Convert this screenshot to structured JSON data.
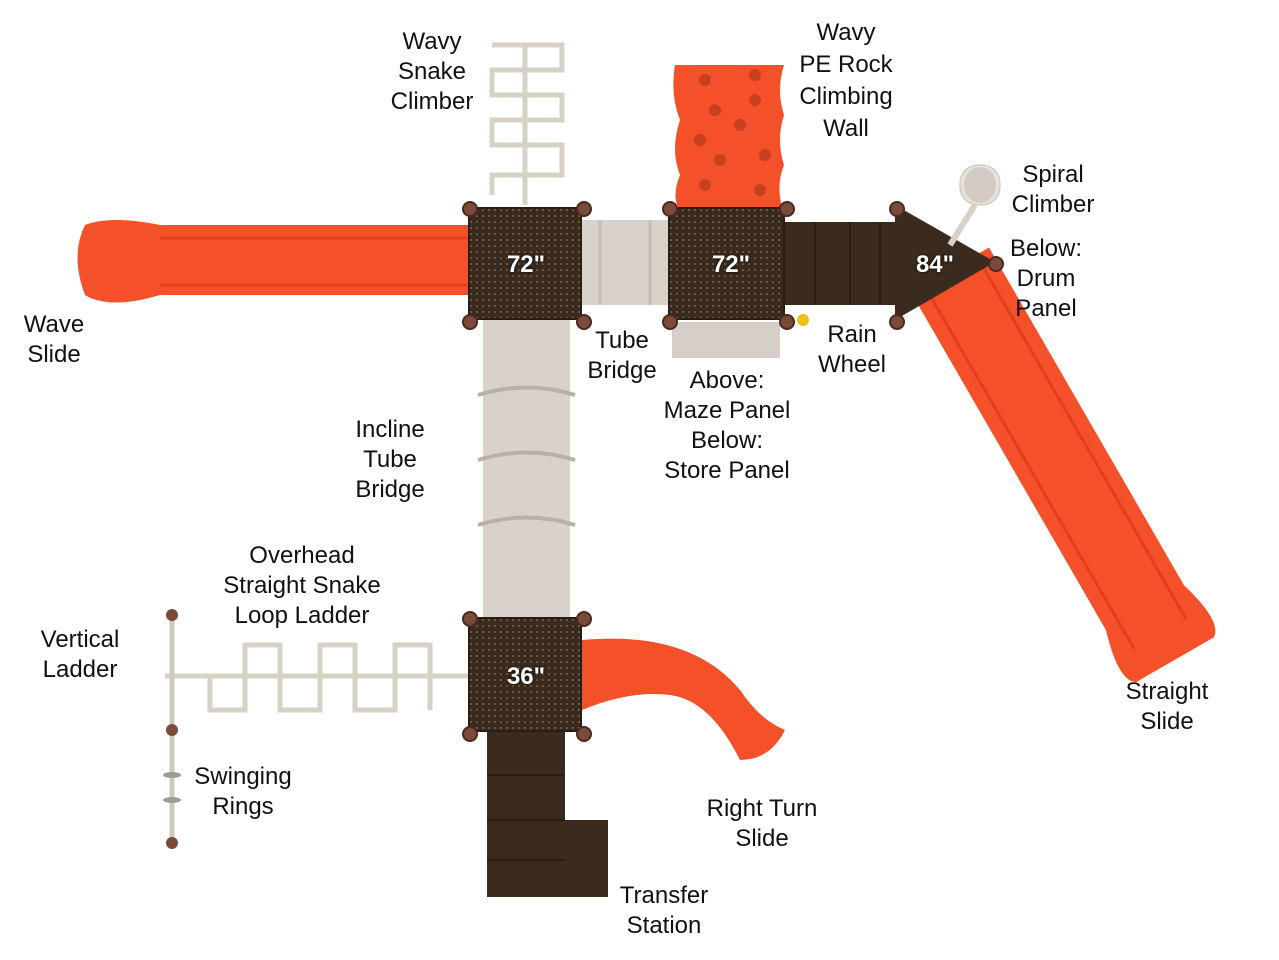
{
  "colors": {
    "slide": "#f4502a",
    "deck": "#3b2b1f",
    "tube": "#d9d2cb",
    "rail": "#d8d2c6"
  },
  "decks": {
    "deck_a": "72\"",
    "deck_b": "72\"",
    "deck_c": "84\"",
    "deck_d": "36\""
  },
  "labels": {
    "wavy_snake_climber": "Wavy\nSnake\nClimber",
    "rock_wall": "Wavy\nPE Rock\nClimbing\nWall",
    "spiral_climber": "Spiral\nClimber",
    "drum_panel": "Below:\nDrum\nPanel",
    "wave_slide": "Wave\nSlide",
    "tube_bridge": "Tube\nBridge",
    "rain_wheel": "Rain\nWheel",
    "maze_store": "Above:\nMaze Panel\nBelow:\nStore Panel",
    "incline_tube": "Incline\nTube\nBridge",
    "overhead_ladder": "Overhead\nStraight Snake\nLoop Ladder",
    "vertical_ladder": "Vertical\nLadder",
    "swinging_rings": "Swinging\nRings",
    "right_turn_slide": "Right Turn\nSlide",
    "straight_slide": "Straight\nSlide",
    "transfer_station": "Transfer\nStation"
  }
}
